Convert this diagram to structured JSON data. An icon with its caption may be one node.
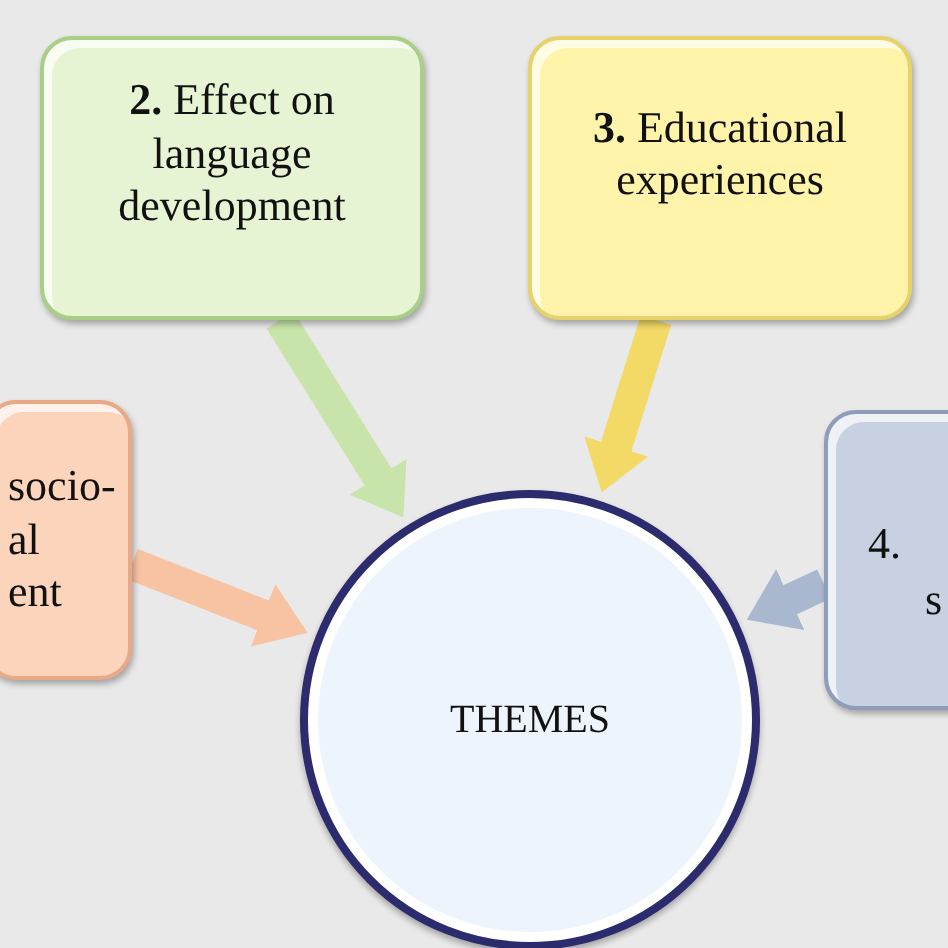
{
  "diagram": {
    "nodes": [
      {
        "text": [
          "**2.** Effect on language development"
        ]
      },
      {
        "text": [
          "**3.** Educational experiences"
        ]
      },
      {
        "text": [
          "socio- al ent"
        ]
      },
      {
        "text": [
          "4.",
          "s"
        ]
      },
      {
        "text": [
          "THEMES"
        ]
      }
    ],
    "edges": [
      {
        "from": 0,
        "to": 4,
        "arrow": "to",
        "color": "#c9e4aa"
      },
      {
        "from": 1,
        "to": 4,
        "arrow": "to",
        "color": "#f3d966"
      },
      {
        "from": 2,
        "to": 4,
        "arrow": "to",
        "color": "#f8c3a2"
      },
      {
        "from": 3,
        "to": 4,
        "arrow": "to",
        "color": "#aab8cf"
      }
    ]
  }
}
